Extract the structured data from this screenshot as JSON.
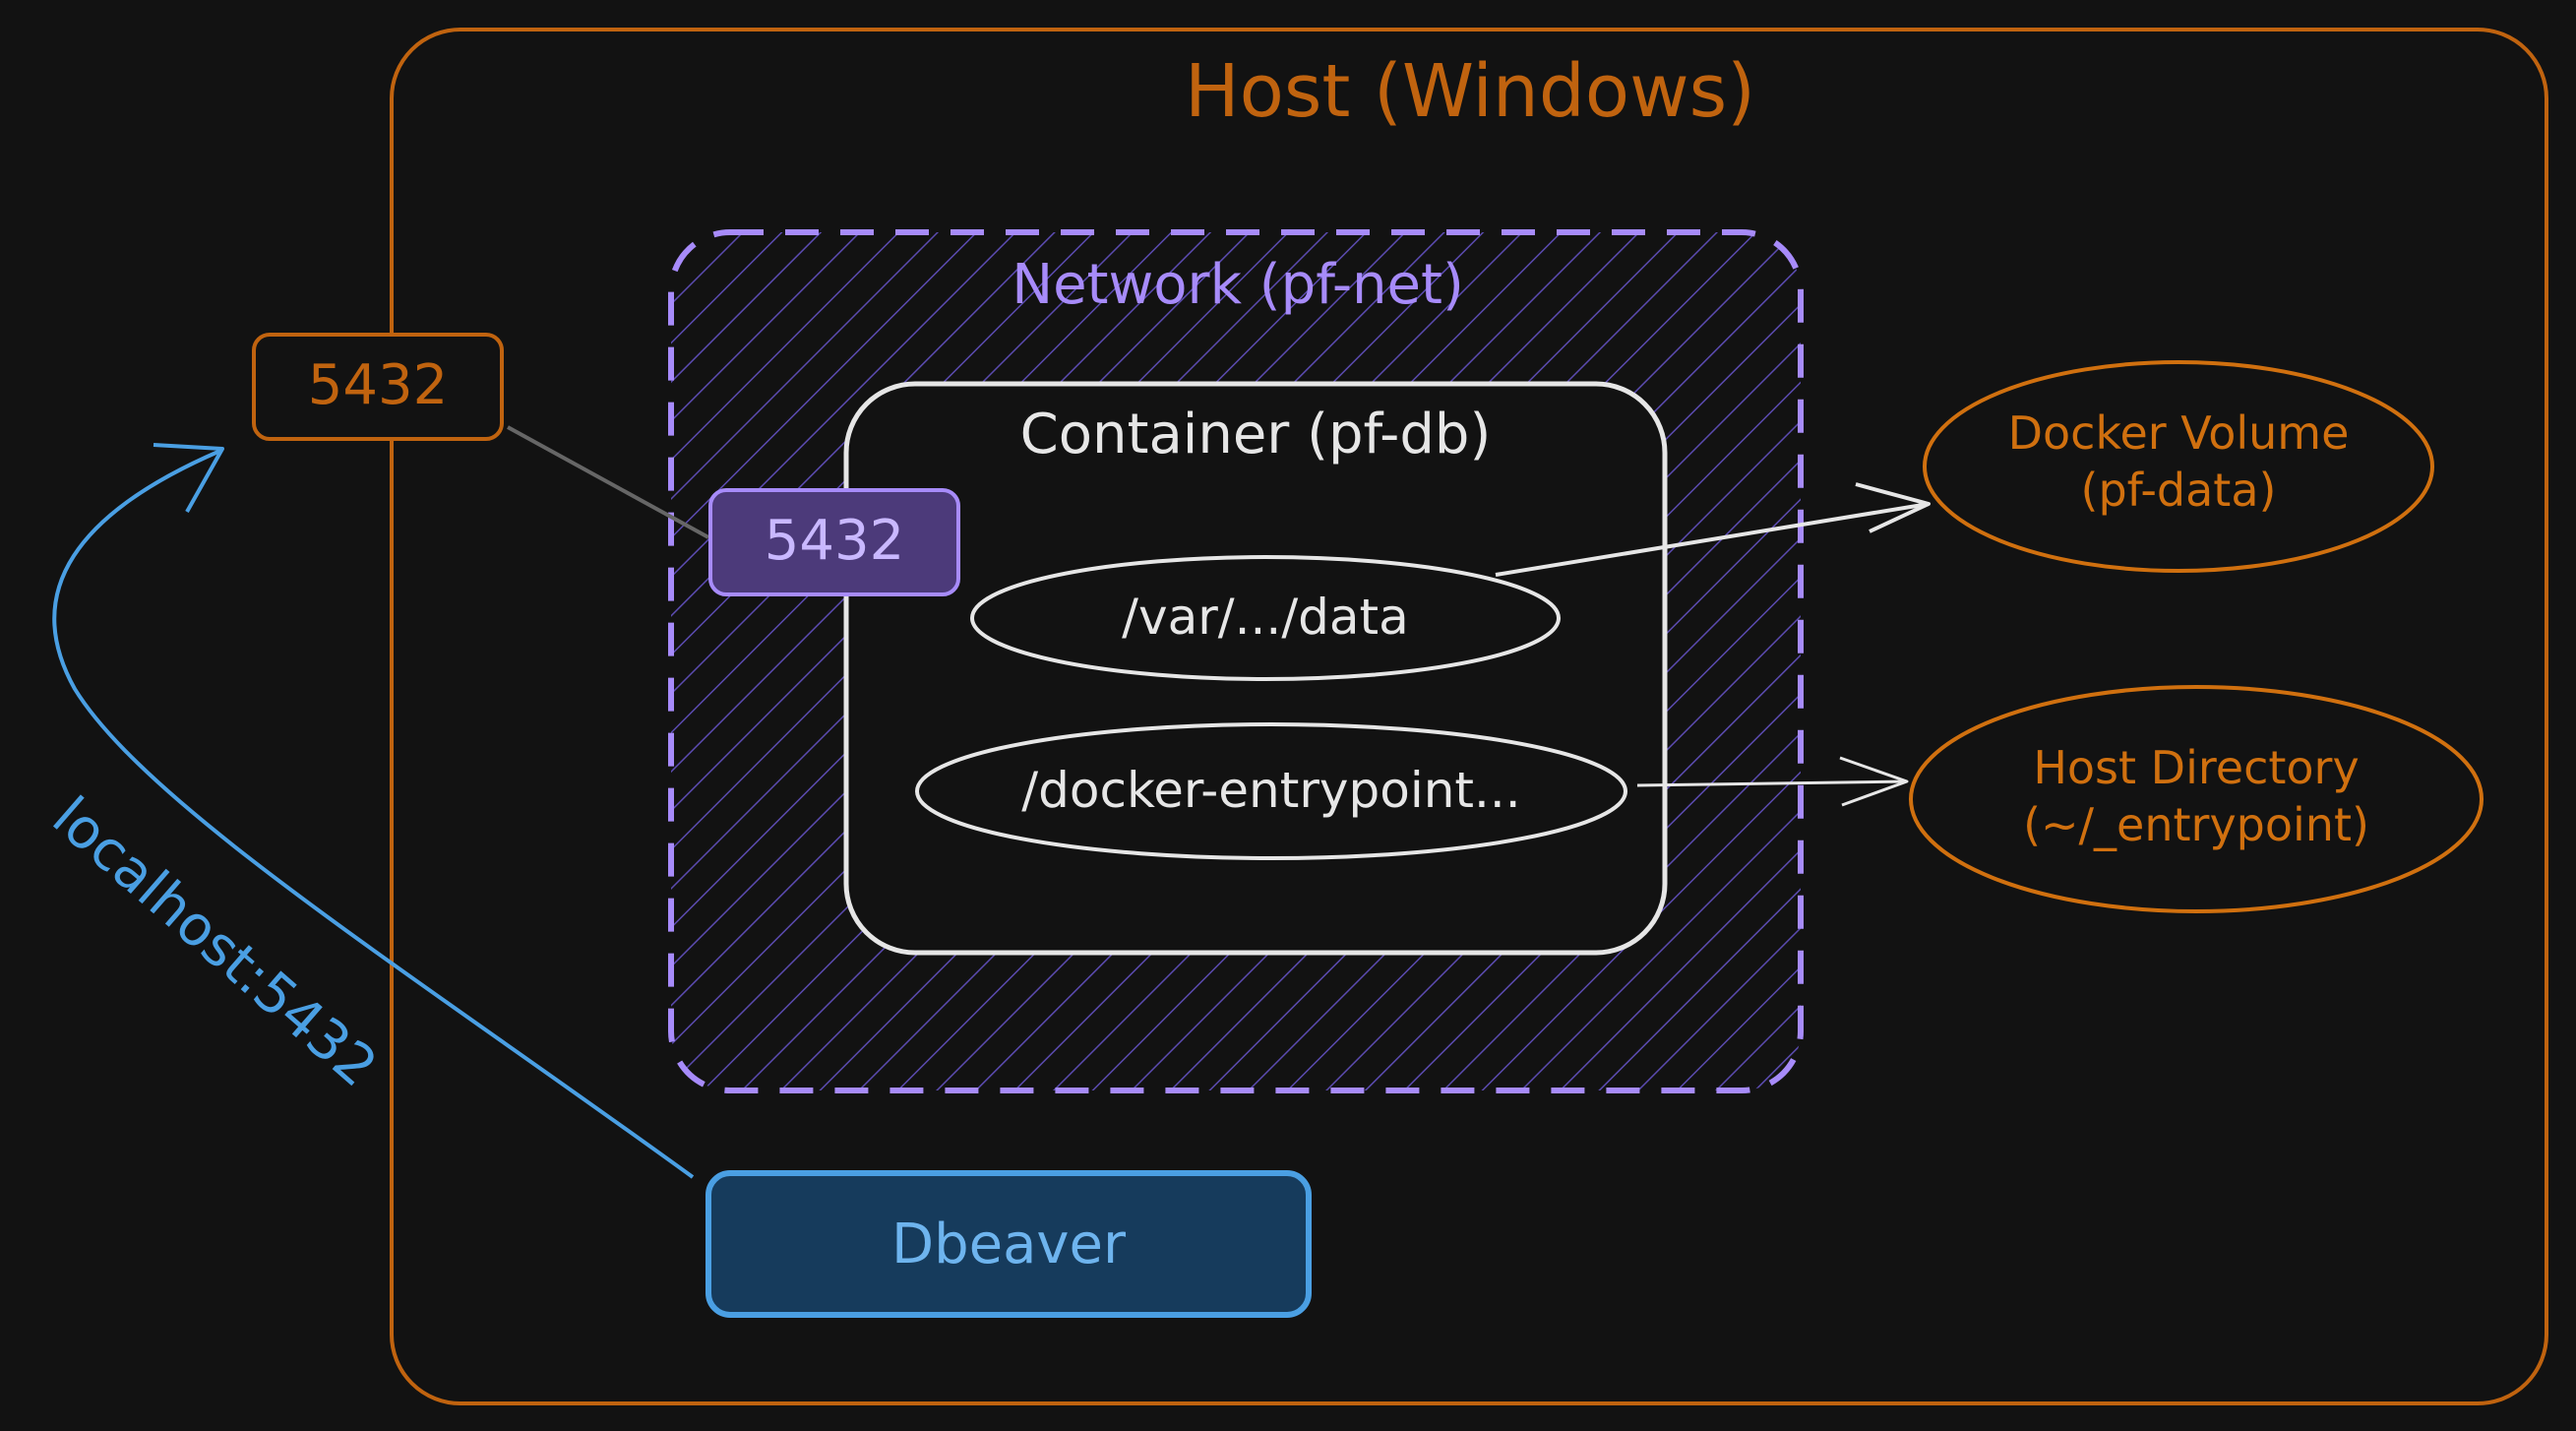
{
  "colors": {
    "background": "#121212",
    "host": "#c0630f",
    "network": "#a78bfa",
    "network_hatch": "#5b4bb0",
    "port_fill": "#4c3a7a",
    "port_text": "#c9b8ff",
    "container": "#e6e6e6",
    "client": "#4a9fe3",
    "client_fill": "#163b5c",
    "client_text": "#6eb4ee",
    "storage": "#d0700f",
    "link": "#666666"
  },
  "host": {
    "label": "Host (Windows)"
  },
  "host_port": {
    "label": "5432"
  },
  "network": {
    "label": "Network (pf-net)"
  },
  "container": {
    "label": "Container (pf-db)"
  },
  "container_port": {
    "label": "5432"
  },
  "mounts": {
    "data_path": "/var/.../data",
    "entrypoint_path": "/docker-entrypoint..."
  },
  "volume": {
    "line1": "Docker Volume",
    "line2": "(pf-data)"
  },
  "host_dir": {
    "line1": "Host Directory",
    "line2": "(~/_entrypoint)"
  },
  "client": {
    "label": "Dbeaver",
    "connection_label": "localhost:5432"
  }
}
